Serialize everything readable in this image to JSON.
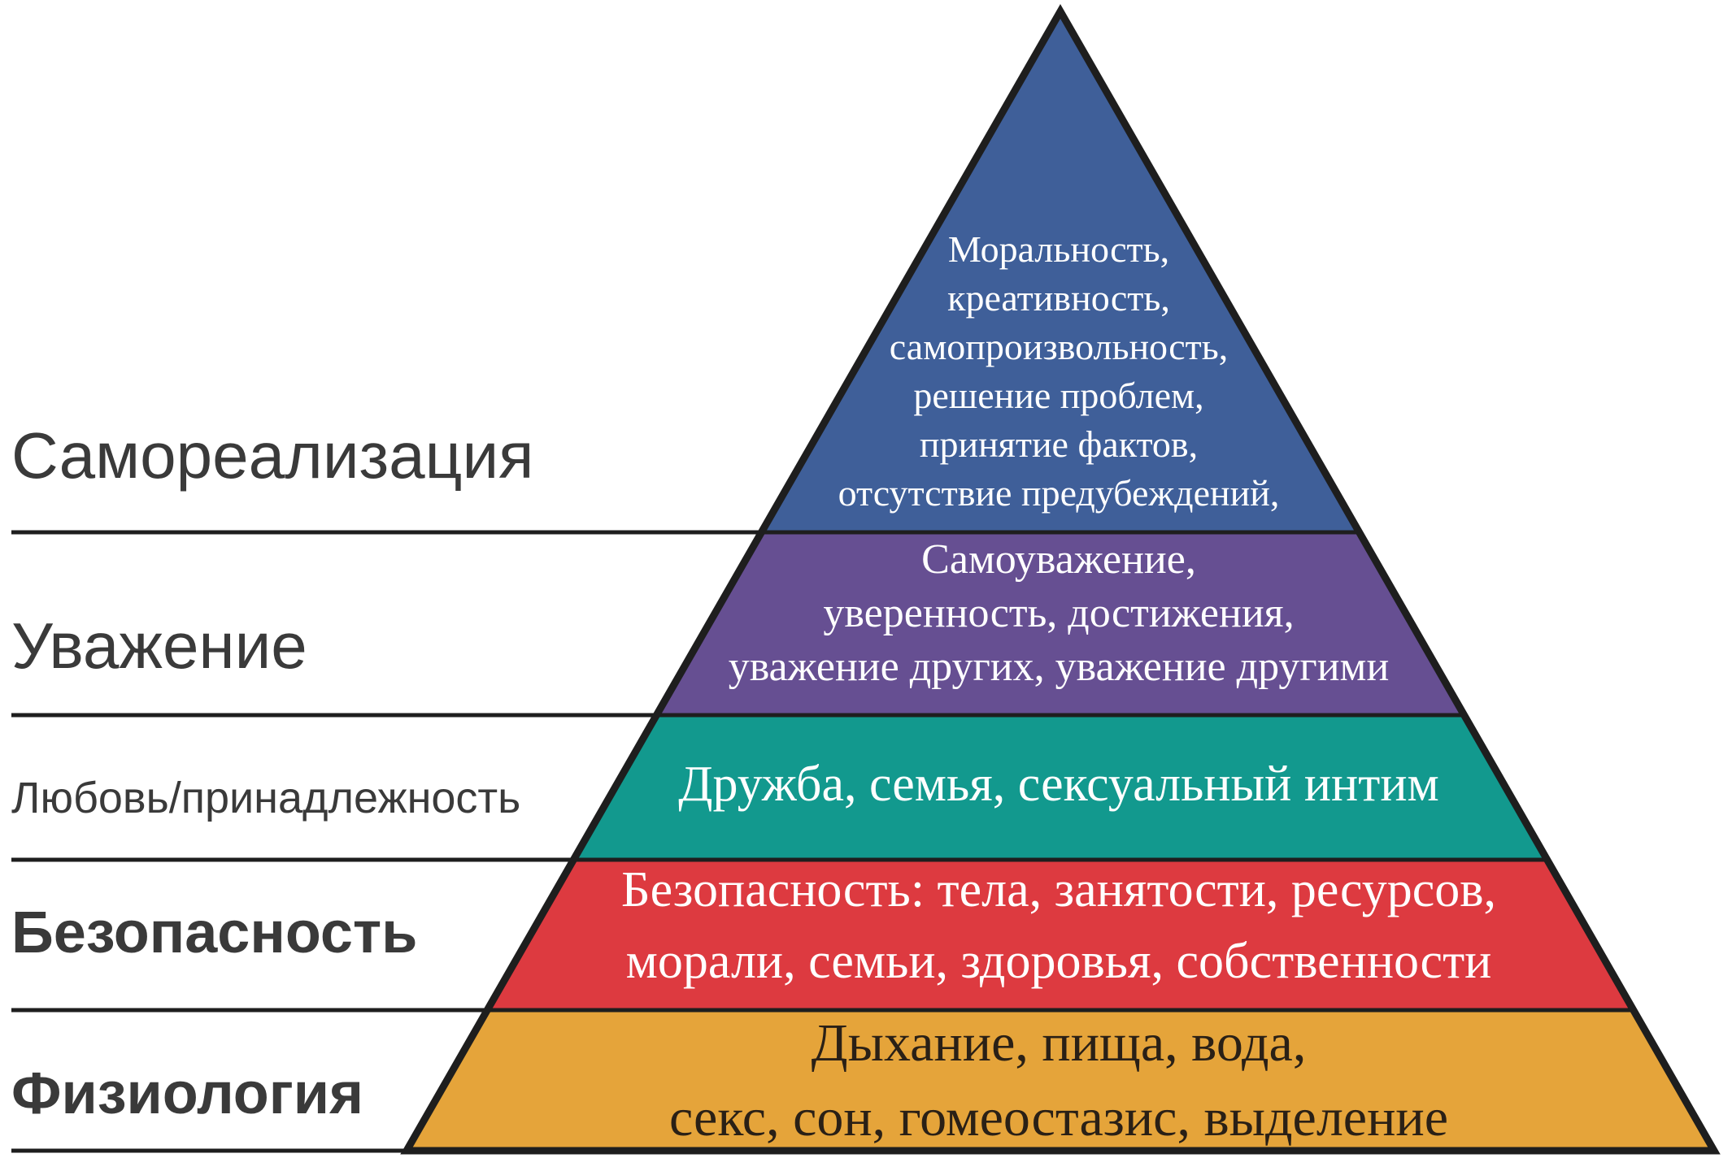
{
  "levels": [
    {
      "label": "Самореализация",
      "lines": [
        "Моральность,",
        "креативность,",
        "самопроизвольность,",
        "решение проблем,",
        "принятие фактов,",
        "отсутствие предубеждений,"
      ],
      "color": "#3f5f99",
      "text_color": "#ffffff"
    },
    {
      "label": "Уважение",
      "lines": [
        "Самоуважение,",
        "уверенность, достижения,",
        "уважение других, уважение другими"
      ],
      "color": "#664f92",
      "text_color": "#ffffff"
    },
    {
      "label": "Любовь/принадлежность",
      "lines": [
        "Дружба, семья, сексуальный интим"
      ],
      "color": "#12998e",
      "text_color": "#ffffff"
    },
    {
      "label": "Безопасность",
      "lines": [
        "Безопасность: тела, занятости, ресурсов,",
        "морали, семьи, здоровья, собственности"
      ],
      "color": "#dd3a40",
      "text_color": "#ffffff"
    },
    {
      "label": "Физиология",
      "lines": [
        "Дыхание, пища, вода,",
        "секс, сон, гомеостазис, выделение"
      ],
      "color": "#e5a43a",
      "text_color": "#2a2016"
    }
  ],
  "outline_color": "#1e1e1e"
}
